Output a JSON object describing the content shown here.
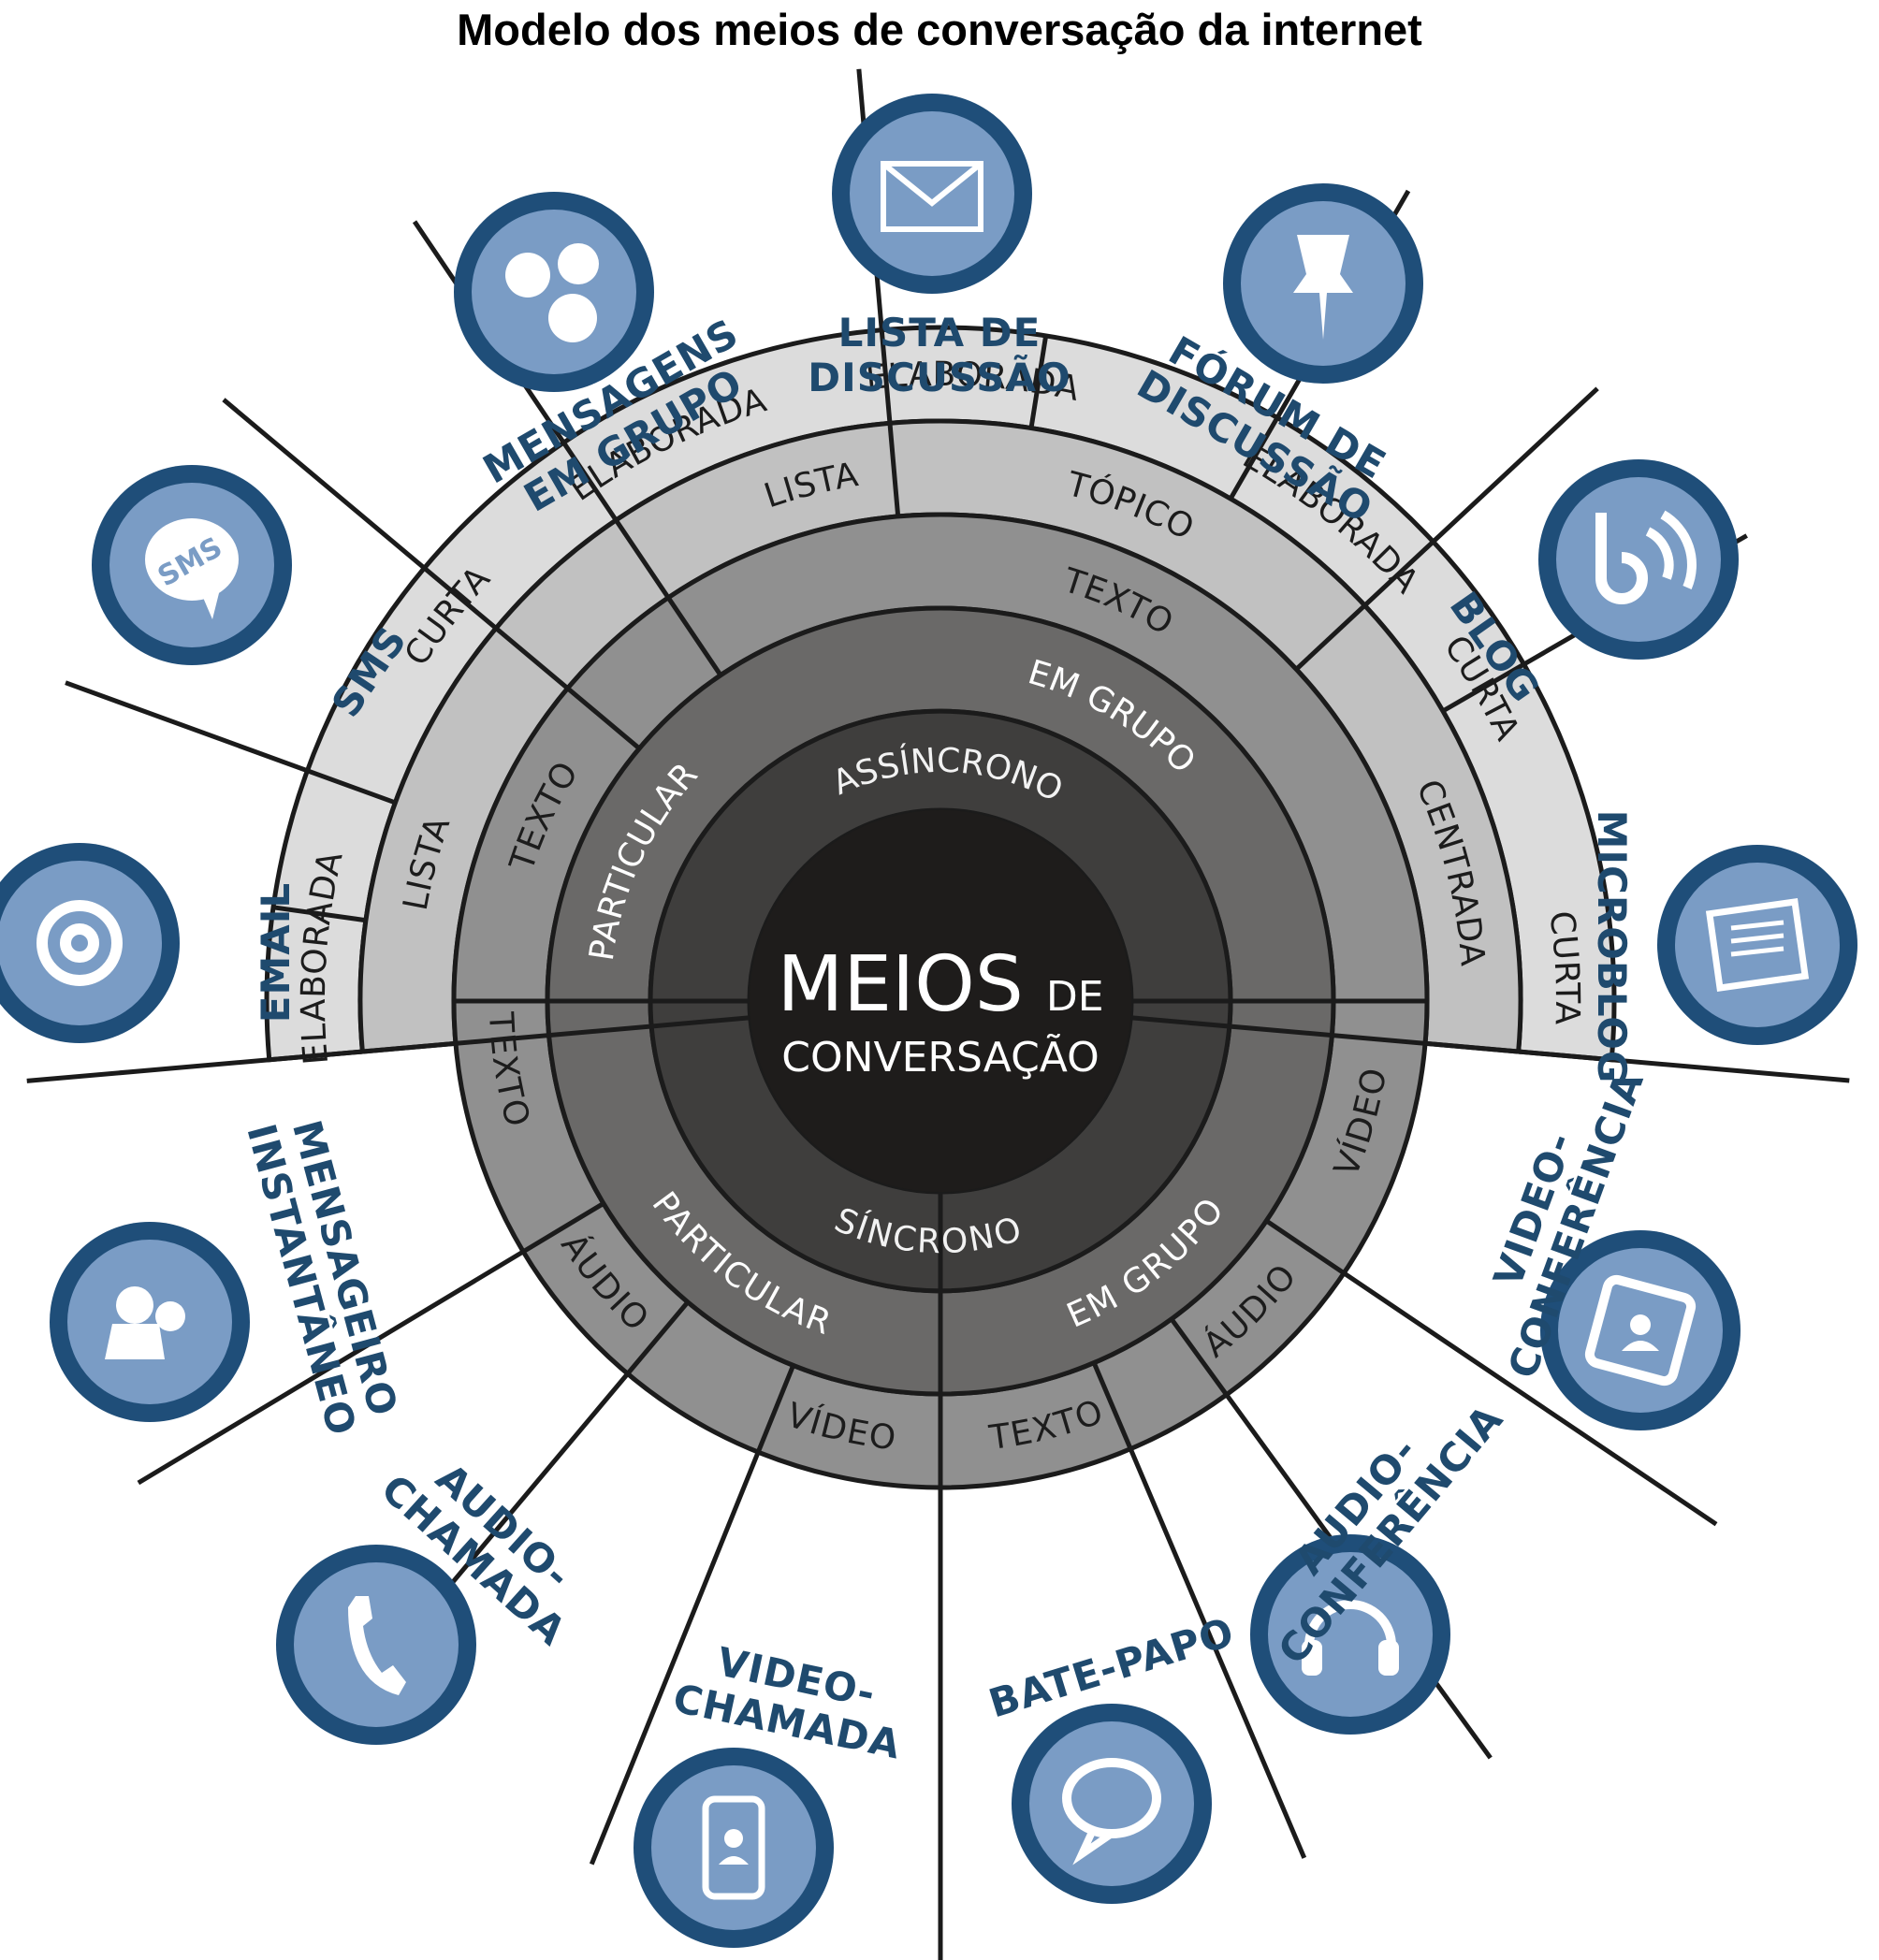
{
  "title": "Modelo dos meios de conversação da internet",
  "center": {
    "line1_big": "MEIOS",
    "line1_small": "DE",
    "line2": "CONVERSAÇÃO"
  },
  "colors": {
    "service_label": "#1f4a6e",
    "icon_outer": "#1f4e79",
    "icon_inner": "#7a9cc5",
    "center_disk": "#1e1c1b",
    "ring_timing": "#3f3e3d",
    "ring_audience": "#6a6968",
    "ring_medium": "#909090",
    "ring_format": "#c1c1c1",
    "ring_length": "#dcdcdc",
    "lines": "#1b1b1b"
  },
  "rings": {
    "timing": [
      "ASSÍNCRONO",
      "SÍNCRONO"
    ],
    "audience": [
      "EM GRUPO",
      "PARTICULAR",
      "PARTICULAR",
      "EM GRUPO"
    ],
    "medium": [
      "TEXTO",
      "TEXTO",
      "TEXTO",
      "ÁUDIO",
      "VÍDEO",
      "TEXTO",
      "ÁUDIO",
      "VÍDEO"
    ],
    "format": [
      "LISTA",
      "TÓPICO",
      "CENTRADA",
      "LISTA"
    ],
    "length": [
      "ELABORADA",
      "ELABORADA",
      "ELABORADA",
      "CURTA",
      "ELABORADA",
      "CURTA",
      "CURTA"
    ]
  },
  "services": [
    {
      "label": "EMAIL",
      "icon": "email-at-icon"
    },
    {
      "label": "SMS",
      "icon": "sms-bubble-icon"
    },
    {
      "label": "MENSAGENS\nEM GRUPO",
      "icon": "group-chat-bubbles-icon"
    },
    {
      "label": "LISTA DE\nDISCUSSÃO",
      "icon": "envelope-icon"
    },
    {
      "label": "FÓRUM DE\nDISCUSSÃO",
      "icon": "pushpin-icon"
    },
    {
      "label": "BLOG",
      "icon": "blog-feed-icon"
    },
    {
      "label": "MICROBLOG",
      "icon": "note-card-icon"
    },
    {
      "label": "VIDEO-\nCONFERÊNCIA",
      "icon": "video-screen-icon"
    },
    {
      "label": "AUDIO-\nCONFERÊNCIA",
      "icon": "headset-icon"
    },
    {
      "label": "BATE-PAPO",
      "icon": "speech-bubble-icon"
    },
    {
      "label": "VIDEO-\nCHAMADA",
      "icon": "mobile-video-icon"
    },
    {
      "label": "AUDIO-\nCHAMADA",
      "icon": "phone-handset-icon"
    },
    {
      "label": "MENSAGEIRO\nINSTANTÂNEO",
      "icon": "contacts-icon"
    }
  ]
}
